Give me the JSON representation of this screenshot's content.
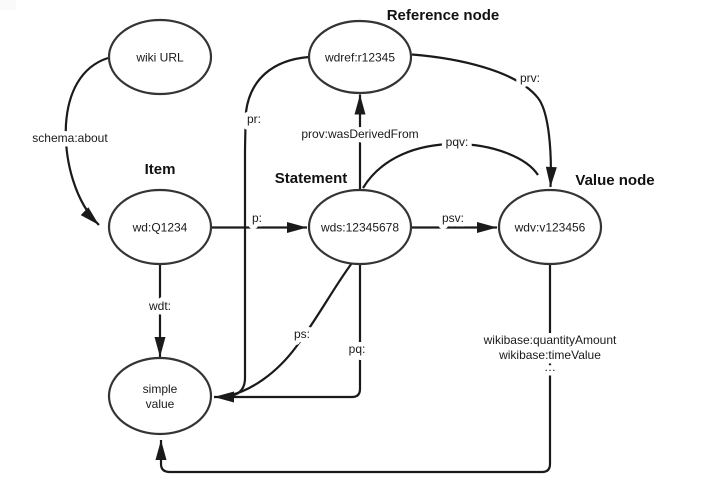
{
  "diagram": {
    "section_titles": {
      "reference_node": "Reference node",
      "item": "Item",
      "statement": "Statement",
      "value_node": "Value node"
    },
    "nodes": {
      "wiki_url": "wiki URL",
      "item": "wd:Q1234",
      "reference": "wdref:r12345",
      "statement": "wds:12345678",
      "value": "wdv:v123456",
      "simple_value_lines": [
        "simple",
        "value"
      ]
    },
    "edge_labels": {
      "schema_about": "schema:about",
      "p": "p:",
      "pr": "pr:",
      "prov": "prov:wasDerivedFrom",
      "pqv": "pqv:",
      "prv": "prv:",
      "psv": "psv:",
      "wdt": "wdt:",
      "ps": "ps:",
      "pq": "pq:",
      "value_props_lines": [
        "wikibase:quantityAmount",
        "wikibase:timeValue",
        "…"
      ]
    },
    "colors": {
      "line": "#1a1a1a",
      "node_stroke": "#343434",
      "node_fill": "#ffffff",
      "text": "#1a1a1a",
      "background": "#ffffff"
    }
  }
}
